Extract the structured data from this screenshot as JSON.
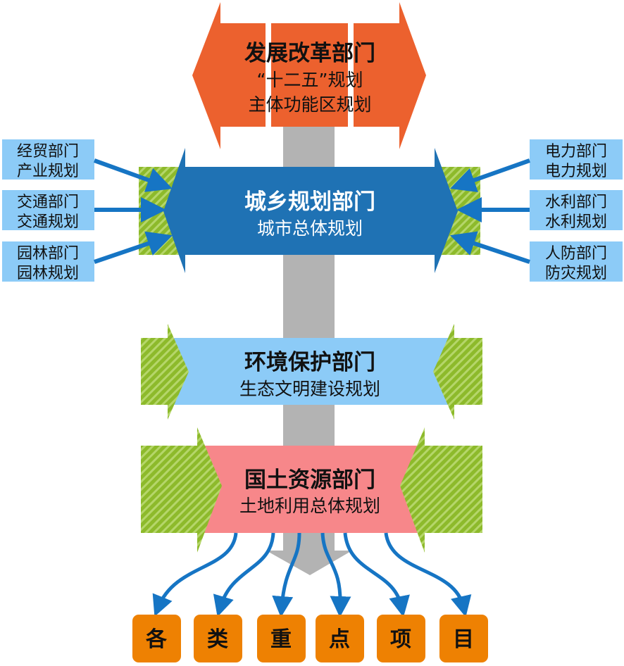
{
  "colors": {
    "orange": "#EC612E",
    "blue": "#1F72B4",
    "light_blue": "#8CCBF7",
    "pink": "#F7878A",
    "green": "#8DBA2B",
    "gray": "#B3B3B3",
    "output_orange": "#EE8102"
  },
  "top": {
    "title": "发展改革部门",
    "lines": [
      "“十二五”规划",
      "主体功能区规划"
    ]
  },
  "urban": {
    "title": "城乡规划部门",
    "sub": "城市总体规划"
  },
  "env": {
    "title": "环境保护部门",
    "sub": "生态文明建设规划"
  },
  "land": {
    "title": "国土资源部门",
    "sub": "土地利用总体规划"
  },
  "left_inputs": [
    {
      "line1": "经贸部门",
      "line2": "产业规划"
    },
    {
      "line1": "交通部门",
      "line2": "交通规划"
    },
    {
      "line1": "园林部门",
      "line2": "园林规划"
    }
  ],
  "right_inputs": [
    {
      "line1": "电力部门",
      "line2": "电力规划"
    },
    {
      "line1": "水利部门",
      "line2": "水利规划"
    },
    {
      "line1": "人防部门",
      "line2": "防灾规划"
    }
  ],
  "outputs": [
    "各",
    "类",
    "重",
    "点",
    "项",
    "目"
  ]
}
